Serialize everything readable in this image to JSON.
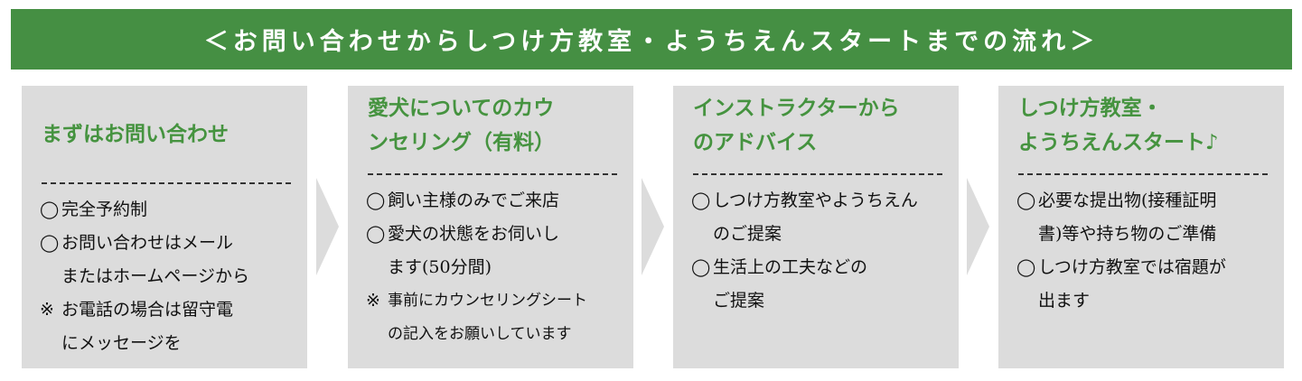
{
  "banner": {
    "title": "＜お問い合わせからしつけ方教室・ようちえんスタートまでの流れ＞"
  },
  "colors": {
    "banner_bg": "#458f43",
    "title_green": "#45933f",
    "box_bg": "#dcdcdc"
  },
  "steps": [
    {
      "title_lines": [
        "まずはお問い合わせ"
      ],
      "items": [
        {
          "mark": "◯",
          "lines": [
            "完全予約制"
          ]
        },
        {
          "mark": "◯",
          "lines": [
            "お問い合わせはメール",
            "またはホームページから"
          ]
        },
        {
          "mark": "※",
          "lines": [
            "お電話の場合は留守電",
            "にメッセージを"
          ]
        }
      ]
    },
    {
      "title_lines": [
        "愛犬についてのカウ",
        "ンセリング（有料）"
      ],
      "items": [
        {
          "mark": "◯",
          "lines": [
            "飼い主様のみでご来店"
          ]
        },
        {
          "mark": "◯",
          "lines": [
            "愛犬の状態をお伺いし",
            "ます(50分間)"
          ]
        },
        {
          "mark": "※",
          "lines": [
            "事前にカウンセリングシート",
            "の記入をお願いしています"
          ]
        }
      ]
    },
    {
      "title_lines": [
        "インストラクターから",
        "のアドバイス"
      ],
      "items": [
        {
          "mark": "◯",
          "lines": [
            "しつけ方教室やようちえん",
            "のご提案"
          ]
        },
        {
          "mark": "◯",
          "lines": [
            "生活上の工夫などの",
            "ご提案"
          ]
        }
      ]
    },
    {
      "title_lines": [
        "しつけ方教室・",
        "ようちえんスタート♪"
      ],
      "items": [
        {
          "mark": "◯",
          "lines": [
            "必要な提出物(接種証明",
            "書)等や持ち物のご準備"
          ]
        },
        {
          "mark": "◯",
          "lines": [
            "しつけ方教室では宿題が",
            "出ます"
          ]
        }
      ]
    }
  ],
  "arrows": [
    "chevron-right",
    "chevron-right",
    "chevron-right"
  ]
}
